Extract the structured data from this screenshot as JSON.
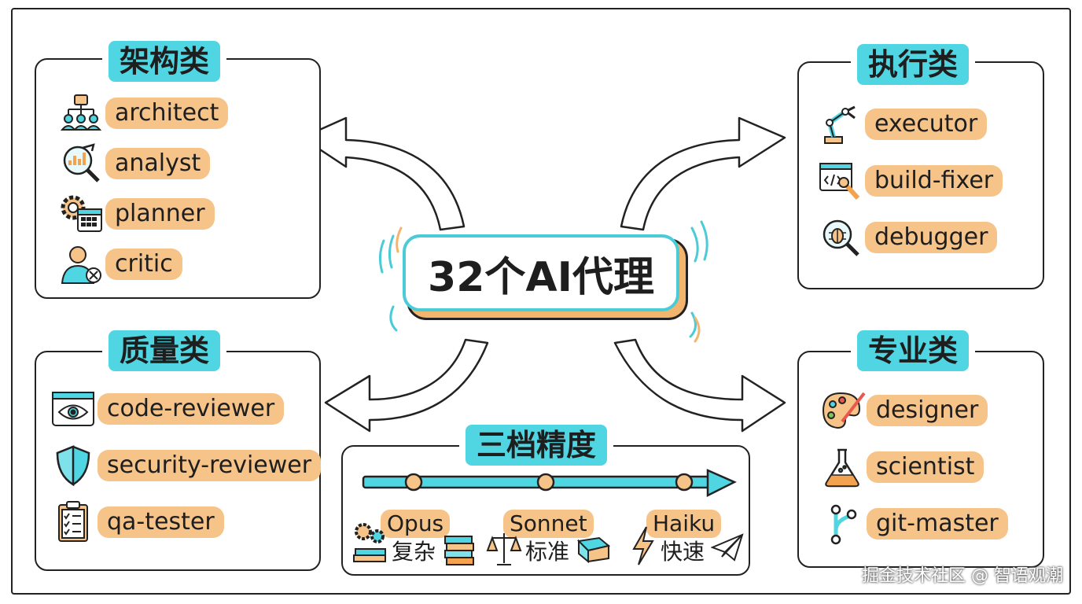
{
  "center": {
    "title": "32个AI代理"
  },
  "panels": {
    "architecture": {
      "title": "架构类",
      "items": [
        {
          "label": "architect",
          "icon": "org-chart-icon"
        },
        {
          "label": "analyst",
          "icon": "chart-magnifier-icon"
        },
        {
          "label": "planner",
          "icon": "gear-calendar-icon"
        },
        {
          "label": "critic",
          "icon": "user-x-icon"
        }
      ]
    },
    "execution": {
      "title": "执行类",
      "items": [
        {
          "label": "executor",
          "icon": "robot-arm-icon"
        },
        {
          "label": "build-fixer",
          "icon": "code-wrench-icon"
        },
        {
          "label": "debugger",
          "icon": "bug-magnifier-icon"
        }
      ]
    },
    "quality": {
      "title": "质量类",
      "items": [
        {
          "label": "code-reviewer",
          "icon": "eye-window-icon"
        },
        {
          "label": "security-reviewer",
          "icon": "shield-icon"
        },
        {
          "label": "qa-tester",
          "icon": "checklist-icon"
        }
      ]
    },
    "specialist": {
      "title": "专业类",
      "items": [
        {
          "label": "designer",
          "icon": "palette-icon"
        },
        {
          "label": "scientist",
          "icon": "flask-icon"
        },
        {
          "label": "git-master",
          "icon": "git-branch-icon"
        }
      ]
    }
  },
  "tiers": {
    "title": "三档精度",
    "levels": [
      {
        "name": "Opus",
        "desc": "复杂",
        "icon": "gears-books-icon"
      },
      {
        "name": "Sonnet",
        "desc": "标准",
        "icon": "scale-book-icon"
      },
      {
        "name": "Haiku",
        "desc": "快速",
        "icon": "lightning-plane-icon"
      }
    ]
  },
  "watermark": "掘金技术社区 @ 智语观潮",
  "colors": {
    "accent_cyan": "#4fd6e2",
    "label_orange": "#f6c389",
    "ink": "#222222"
  }
}
